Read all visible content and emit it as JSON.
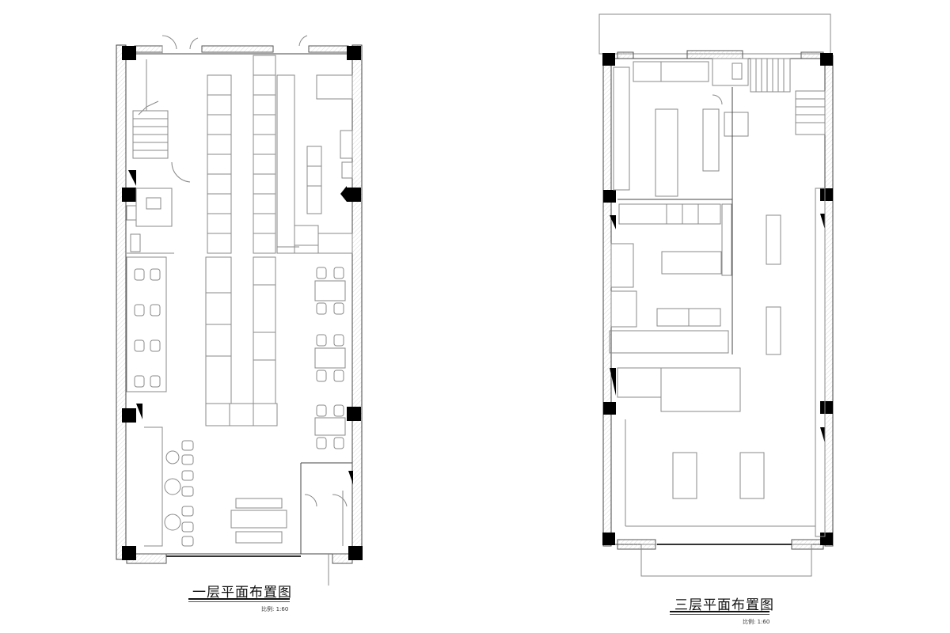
{
  "plans": [
    {
      "id": "floor-1",
      "title": "一层平面布置图",
      "scale": "比例: 1:60"
    },
    {
      "id": "floor-3",
      "title": "三层平面布置图",
      "scale": "比例: 1:60"
    }
  ],
  "colors": {
    "line": "#8a8a8a",
    "wall": "#222222",
    "column": "#000000",
    "hatch": "#bdbdbd"
  }
}
